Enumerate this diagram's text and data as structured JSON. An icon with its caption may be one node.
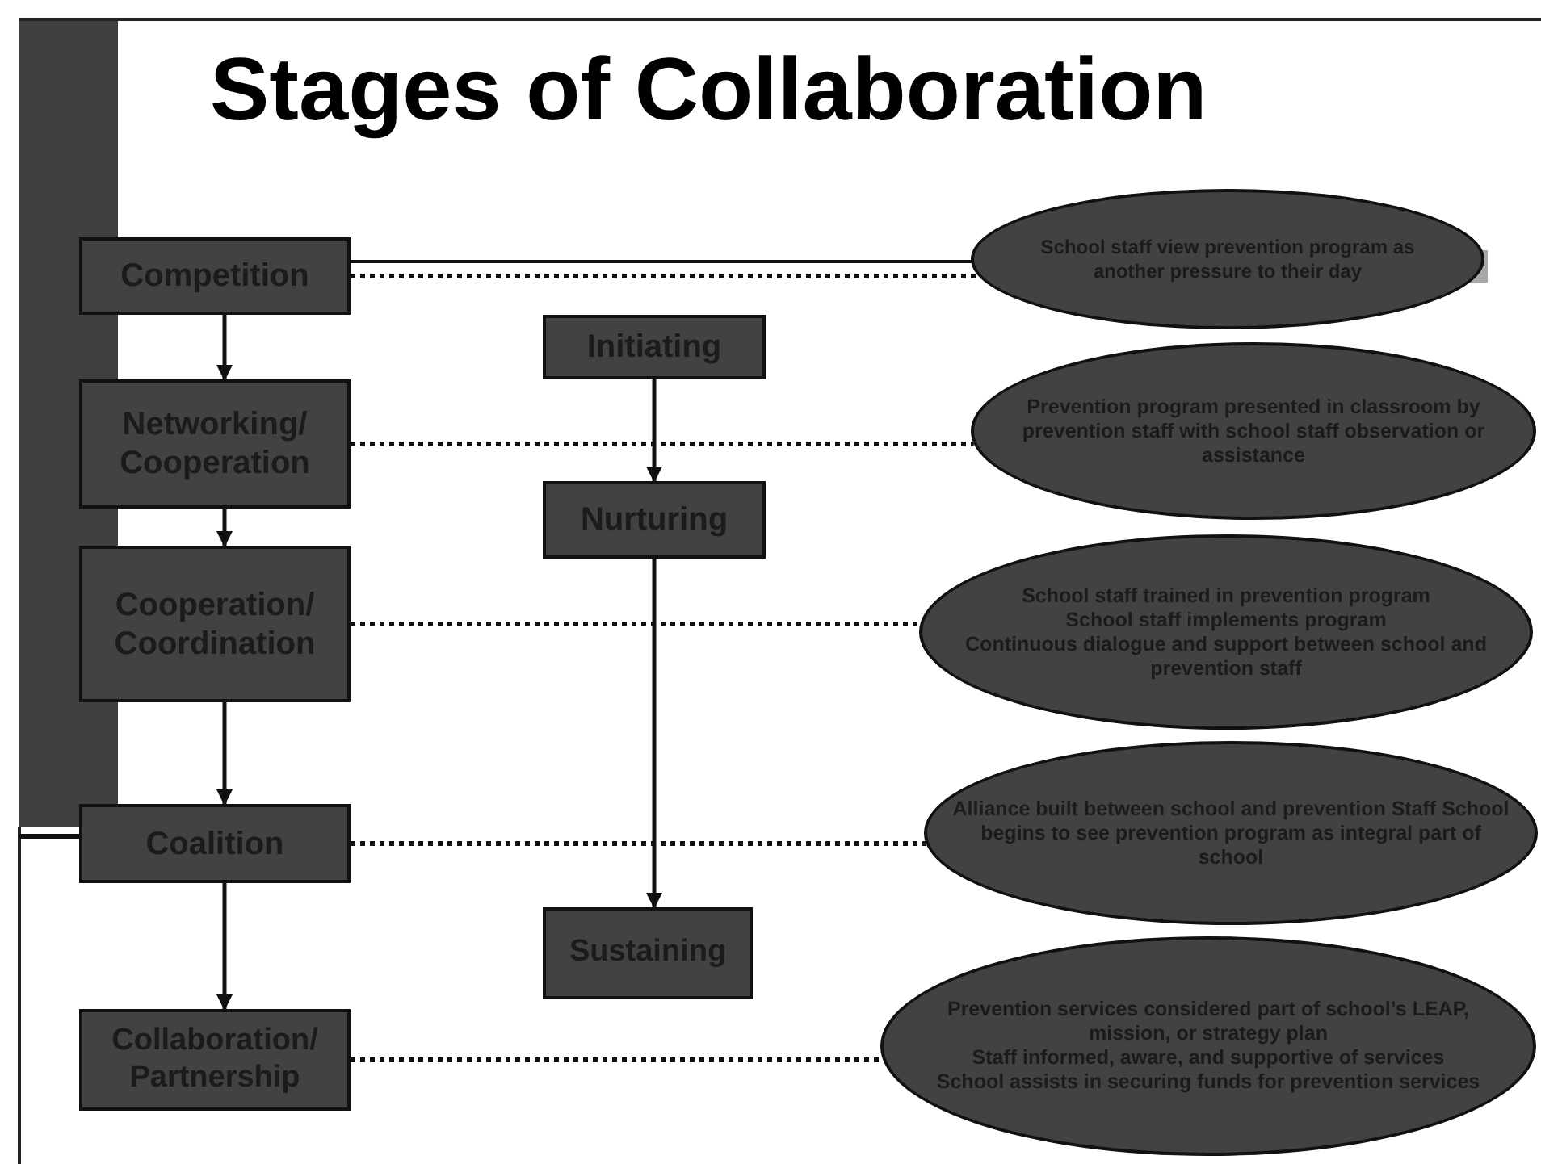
{
  "diagram": {
    "title": "Stages of Collaboration",
    "nodes": [
      {
        "text": [
          "Competition"
        ]
      },
      {
        "text": [
          "Networking/ Cooperation"
        ]
      },
      {
        "text": [
          "Cooperation/ Coordination"
        ]
      },
      {
        "text": [
          "Coalition"
        ]
      },
      {
        "text": [
          "Collaboration/ Partnership"
        ]
      },
      {
        "text": [
          "Initiating"
        ]
      },
      {
        "text": [
          "Nurturing"
        ]
      },
      {
        "text": [
          "Sustaining"
        ]
      },
      {
        "text": [
          "School staff view prevention program as another pressure to their day"
        ]
      },
      {
        "text": [
          "Prevention program presented in classroom by prevention staff with school staff observation or assistance"
        ]
      },
      {
        "text": [
          "School staff trained in prevention program",
          "School staff implements program",
          "Continuous dialogue and support between school and prevention staff"
        ]
      },
      {
        "text": [
          "Alliance built between school and prevention Staff School begins to see prevention program as integral part of school"
        ]
      },
      {
        "text": [
          "Prevention services considered part of school’s LEAP, mission, or strategy plan",
          "Staff informed, aware, and supportive of services",
          "School assists in securing funds for prevention services"
        ]
      }
    ],
    "edges": [
      {
        "from": 0,
        "to": 1,
        "arrow": "to"
      },
      {
        "from": 1,
        "to": 2,
        "arrow": "to"
      },
      {
        "from": 2,
        "to": 3,
        "arrow": "to"
      },
      {
        "from": 3,
        "to": 4,
        "arrow": "to"
      },
      {
        "from": 5,
        "to": 6,
        "arrow": "to"
      },
      {
        "from": 6,
        "to": 7,
        "arrow": "to"
      },
      {
        "from": 0,
        "to": 8,
        "arrow": "none",
        "style": "dashed"
      },
      {
        "from": 1,
        "to": 9,
        "arrow": "none",
        "style": "dashed"
      },
      {
        "from": 2,
        "to": 10,
        "arrow": "none",
        "style": "dashed"
      },
      {
        "from": 3,
        "to": 11,
        "arrow": "none",
        "style": "dashed"
      },
      {
        "from": 4,
        "to": 12,
        "arrow": "none",
        "style": "dashed"
      }
    ]
  }
}
